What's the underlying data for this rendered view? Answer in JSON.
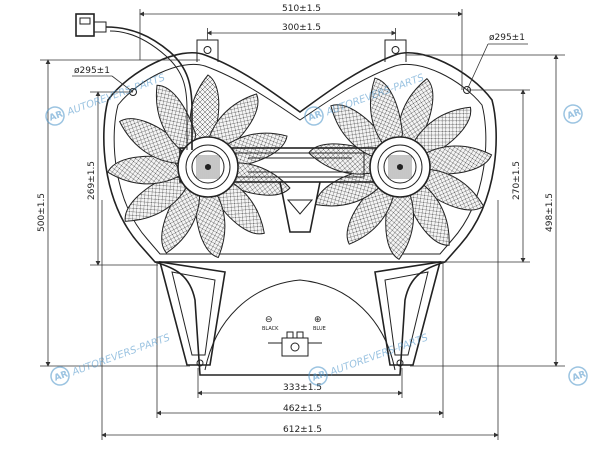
{
  "dimensions": {
    "width_top": "510±1.5",
    "mount_spacing_top": "300±1.5",
    "hole_dia_right": "ø295±1",
    "hole_dia_left": "ø295±1",
    "height_left_outer": "500±1.5",
    "height_left_inner": "269±1.5",
    "height_right_inner": "270±1.5",
    "height_right_outer": "498±1.5",
    "width_333": "333±1.5",
    "width_462": "462±1.5",
    "width_612": "612±1.5"
  },
  "connector": {
    "minus_symbol": "⊖",
    "plus_symbol": "⊕",
    "minus_label": "BLACK",
    "plus_label": "BLUE"
  },
  "watermark": {
    "logo_letters": "AR",
    "text": "AUTOREVERS-PARTS"
  },
  "colors": {
    "line": "#222222",
    "watermark": "#4a93c9"
  }
}
